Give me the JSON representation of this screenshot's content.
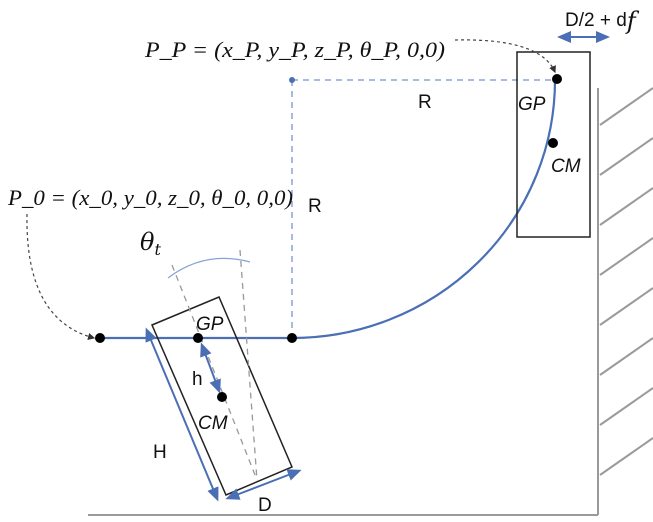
{
  "labels": {
    "pp_equation": "P_P = (x_P, y_P, z_P, θ_P, 0,0)",
    "pp_sym": "P",
    "pp_sub": "P",
    "pp_rest": " = (x",
    "p0_equation": "P_0 = (x_0, y_0, z_0, θ_0, 0,0)",
    "offset": "D/2 + d",
    "offset_sub": "f",
    "radius_h": "R",
    "radius_v": "R",
    "theta": "θ",
    "theta_sub": "t",
    "gp_tilted": "GP",
    "gp_upright": "GP",
    "cm_tilted": "CM",
    "cm_upright": "CM",
    "h": "h",
    "H": "H",
    "D": "D"
  },
  "colors": {
    "path": "#4a6fb5",
    "dashed": "#8aa3d6",
    "box": "#222222",
    "wall": "#9a9a9a"
  }
}
